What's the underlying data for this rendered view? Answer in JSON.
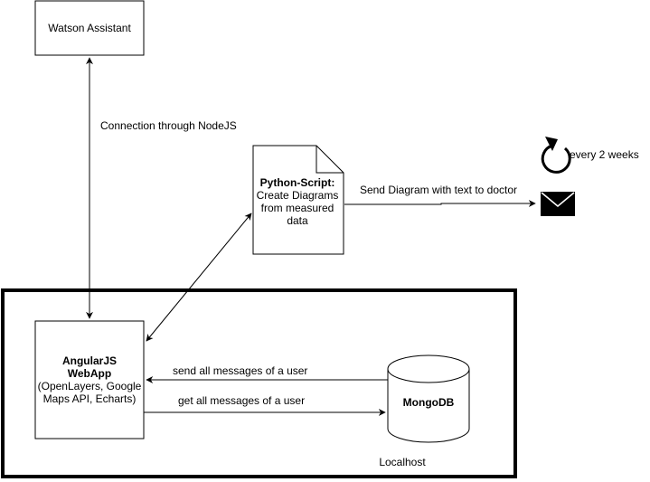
{
  "nodes": {
    "watson": {
      "label": "Watson Assistant"
    },
    "python": {
      "title": "Python-Script:",
      "lines": [
        "Create Diagrams",
        "from measured",
        "data"
      ]
    },
    "webapp": {
      "title_lines": [
        "AngularJS",
        "WebApp"
      ],
      "lines": [
        "(OpenLayers, Google",
        "Maps API, Echarts)"
      ]
    },
    "mongodb": {
      "label": "MongoDB"
    },
    "localhost": {
      "label": "Localhost"
    },
    "schedule": {
      "label": "every 2 weeks",
      "icon": "refresh-icon"
    },
    "mail": {
      "icon": "envelope-icon"
    }
  },
  "edges": {
    "nodejs": {
      "label": "Connection through NodeJS"
    },
    "send_diagram": {
      "label": "Send Diagram with text to doctor"
    },
    "send_messages": {
      "label": "send all messages of a user"
    },
    "get_messages": {
      "label": "get all messages of a user"
    }
  }
}
